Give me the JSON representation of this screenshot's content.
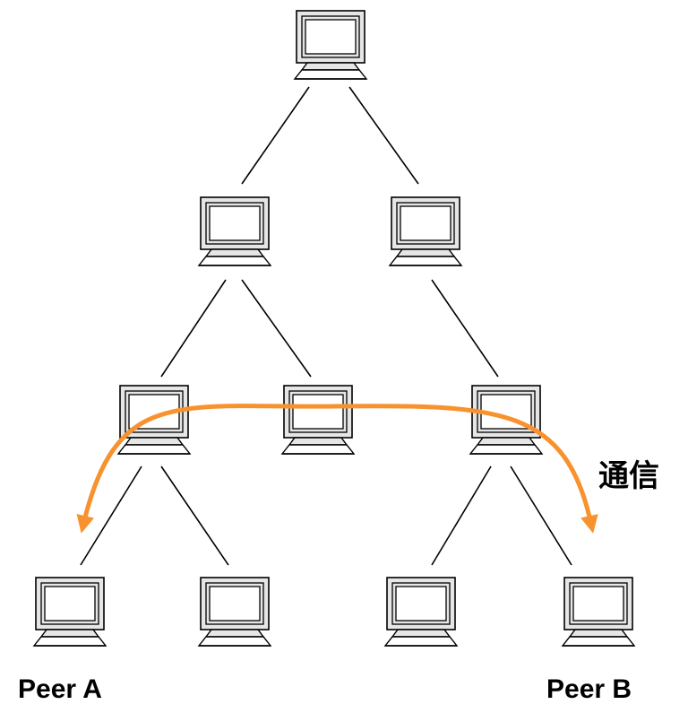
{
  "peers": {
    "a": "Peer A",
    "b": "Peer B"
  },
  "communication_label": "通信",
  "colors": {
    "arrow": "#F7922E",
    "line": "#000000",
    "computer_fill": "#E6E6E6",
    "screen_fill": "#FFFFFF"
  },
  "icon": "computer-icon",
  "nodes": [
    {
      "id": "n-root",
      "level": 0
    },
    {
      "id": "n-l1-left",
      "level": 1
    },
    {
      "id": "n-l1-right",
      "level": 1
    },
    {
      "id": "n-l2-a",
      "level": 2
    },
    {
      "id": "n-l2-b",
      "level": 2
    },
    {
      "id": "n-l2-c",
      "level": 2
    },
    {
      "id": "n-l3-a",
      "level": 3
    },
    {
      "id": "n-l3-b",
      "level": 3
    },
    {
      "id": "n-l3-c",
      "level": 3
    },
    {
      "id": "n-l3-d",
      "level": 3
    }
  ],
  "edges": [
    [
      "n-root",
      "n-l1-left"
    ],
    [
      "n-root",
      "n-l1-right"
    ],
    [
      "n-l1-left",
      "n-l2-a"
    ],
    [
      "n-l1-left",
      "n-l2-b"
    ],
    [
      "n-l1-right",
      "n-l2-c"
    ],
    [
      "n-l2-a",
      "n-l3-a"
    ],
    [
      "n-l2-a",
      "n-l3-b"
    ],
    [
      "n-l2-c",
      "n-l3-c"
    ],
    [
      "n-l2-c",
      "n-l3-d"
    ]
  ]
}
